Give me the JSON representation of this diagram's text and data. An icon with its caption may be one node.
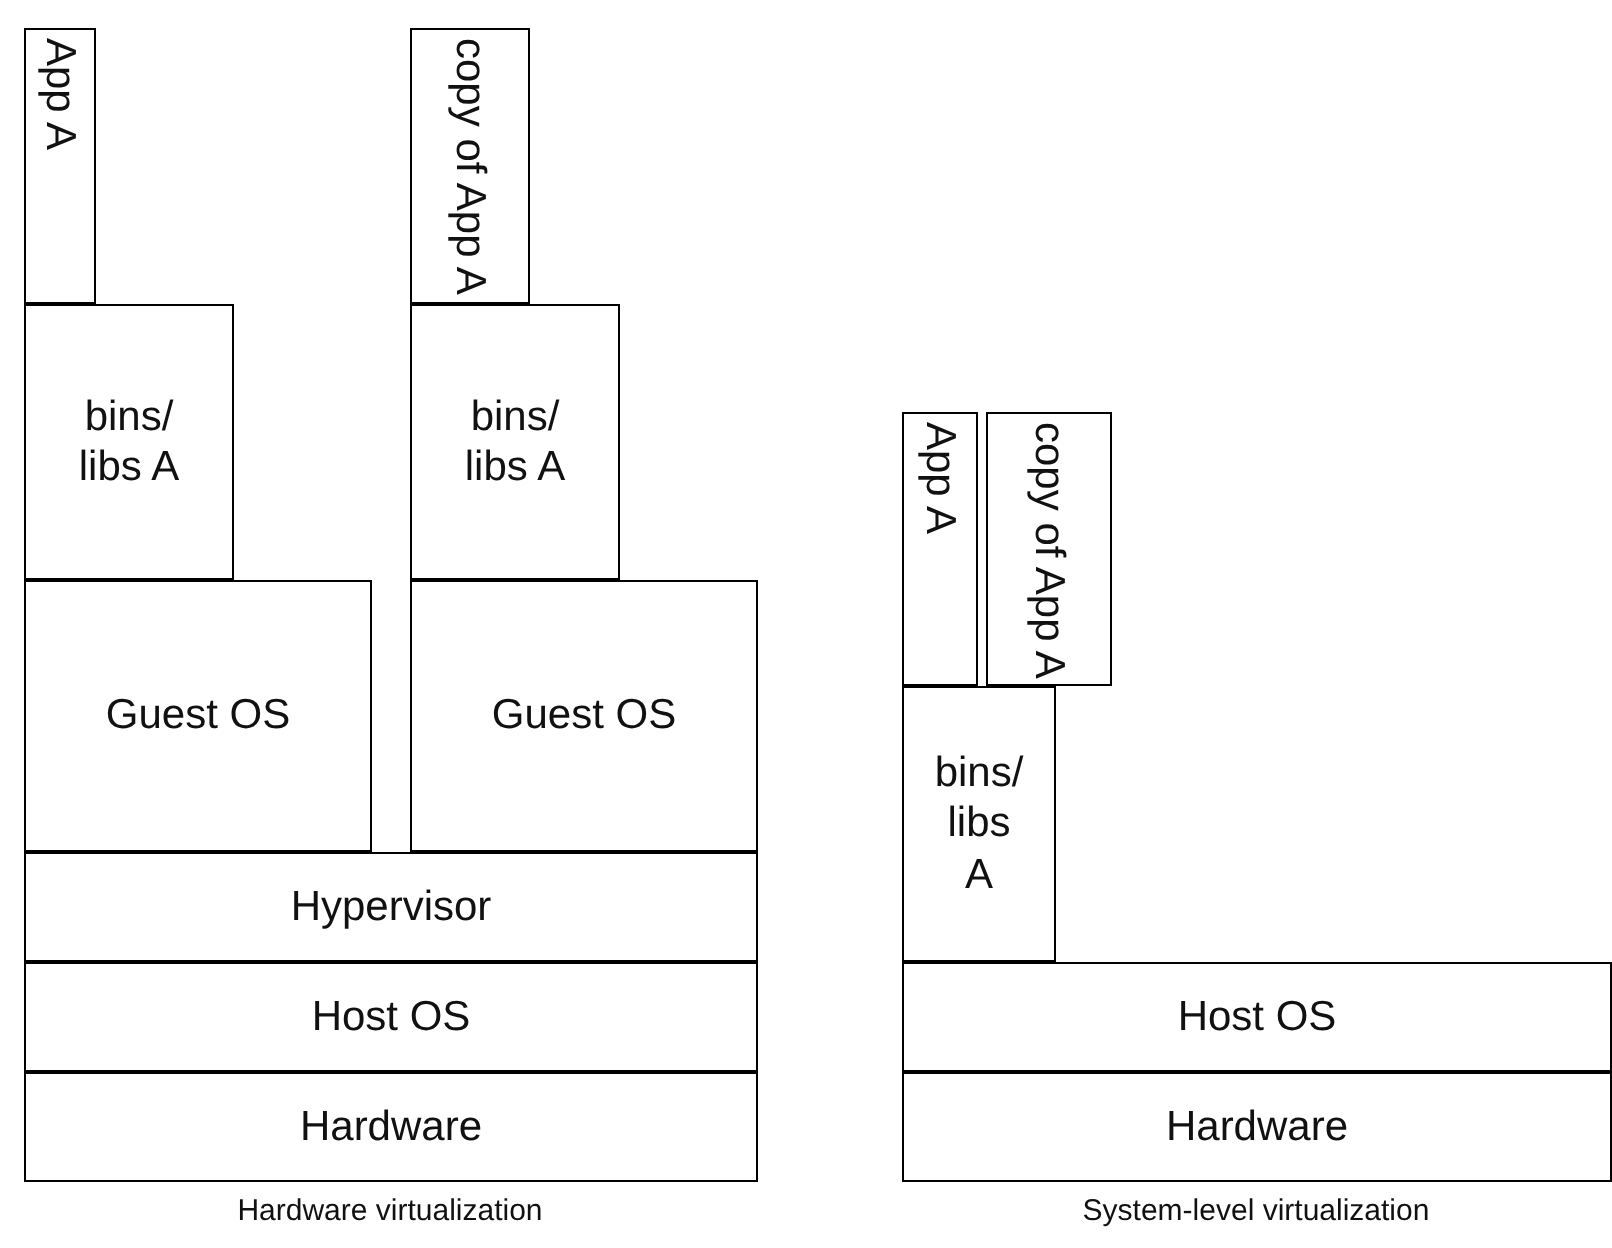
{
  "diagram": {
    "nodes": [
      {
        "text": [
          "App A"
        ]
      },
      {
        "text": [
          "copy of App A"
        ]
      },
      {
        "text": [
          "bins/ libs A"
        ]
      },
      {
        "text": [
          "bins/ libs A"
        ]
      },
      {
        "text": [
          "Guest OS"
        ]
      },
      {
        "text": [
          "Guest OS"
        ]
      },
      {
        "text": [
          "Hypervisor"
        ]
      },
      {
        "text": [
          "Host OS"
        ]
      },
      {
        "text": [
          "Hardware"
        ]
      },
      {
        "text": [
          "App A"
        ]
      },
      {
        "text": [
          "copy of App A"
        ]
      },
      {
        "text": [
          "bins/ libs A"
        ]
      },
      {
        "text": [
          "Host OS"
        ]
      },
      {
        "text": [
          "Hardware"
        ]
      }
    ],
    "labels": [
      "Hardware virtualization",
      "System-level virtualization"
    ]
  }
}
